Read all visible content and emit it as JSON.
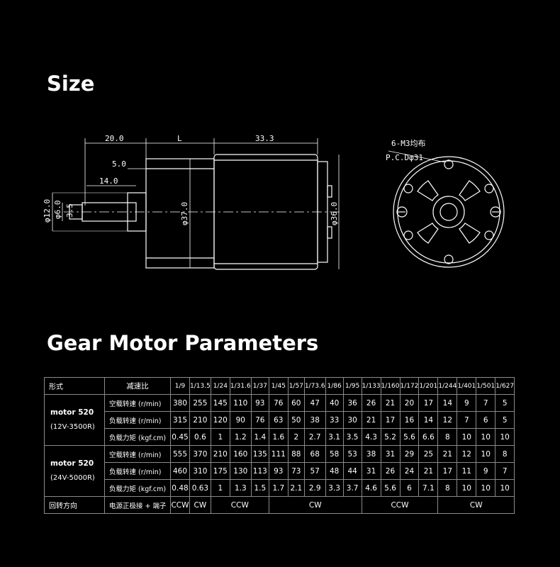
{
  "titles": {
    "size": "Size",
    "params": "Gear Motor Parameters"
  },
  "drawing": {
    "dims": [
      "20.0",
      "L",
      "33.3",
      "5.0",
      "14.0",
      "φ12.0",
      "φ6.0",
      "3.5",
      "φ37.0",
      "φ36.0"
    ],
    "note1": "6-M3均布",
    "note2": "P.C.Dφ31"
  },
  "table": {
    "corner": "形式",
    "ratio_label": "减速比",
    "ratios": [
      "1/9",
      "1/13.5",
      "1/24",
      "1/31.6",
      "1/37",
      "1/45",
      "1/57",
      "1/73.6",
      "1/86",
      "1/95",
      "1/133",
      "1/160",
      "1/172",
      "1/201",
      "1/244",
      "1/401",
      "1/501",
      "1/627"
    ],
    "groups": [
      {
        "model": "motor 520",
        "spec": "(12V-3500R)",
        "rows": [
          {
            "label": "空载转速 (r/min)",
            "values": [
              "380",
              "255",
              "145",
              "110",
              "93",
              "76",
              "60",
              "47",
              "40",
              "36",
              "26",
              "21",
              "20",
              "17",
              "14",
              "9",
              "7",
              "5"
            ]
          },
          {
            "label": "负载转速 (r/min)",
            "values": [
              "315",
              "210",
              "120",
              "90",
              "76",
              "63",
              "50",
              "38",
              "33",
              "30",
              "21",
              "17",
              "16",
              "14",
              "12",
              "7",
              "6",
              "5"
            ]
          },
          {
            "label": "负载力矩 (kgf.cm)",
            "values": [
              "0.45",
              "0.6",
              "1",
              "1.2",
              "1.4",
              "1.6",
              "2",
              "2.7",
              "3.1",
              "3.5",
              "4.3",
              "5.2",
              "5.6",
              "6.6",
              "8",
              "10",
              "10",
              "10"
            ]
          }
        ]
      },
      {
        "model": "motor 520",
        "spec": "(24V-5000R)",
        "rows": [
          {
            "label": "空载转速 (r/min)",
            "values": [
              "555",
              "370",
              "210",
              "160",
              "135",
              "111",
              "88",
              "68",
              "58",
              "53",
              "38",
              "31",
              "29",
              "25",
              "21",
              "12",
              "10",
              "8"
            ]
          },
          {
            "label": "负载转速 (r/min)",
            "values": [
              "460",
              "310",
              "175",
              "130",
              "113",
              "93",
              "73",
              "57",
              "48",
              "44",
              "31",
              "26",
              "24",
              "21",
              "17",
              "11",
              "9",
              "7"
            ]
          },
          {
            "label": "负载力矩 (kgf.cm)",
            "values": [
              "0.48",
              "0.63",
              "1",
              "1.3",
              "1.5",
              "1.7",
              "2.1",
              "2.9",
              "3.3",
              "3.7",
              "4.6",
              "5.6",
              "6",
              "7.1",
              "8",
              "10",
              "10",
              "10"
            ]
          }
        ]
      }
    ],
    "rotation": {
      "label": "回转方向",
      "sublabel": "电源正极接 + 端子",
      "dirs": [
        "CCW",
        "CW",
        "CCW",
        "CW",
        "CCW",
        "CW"
      ]
    }
  }
}
